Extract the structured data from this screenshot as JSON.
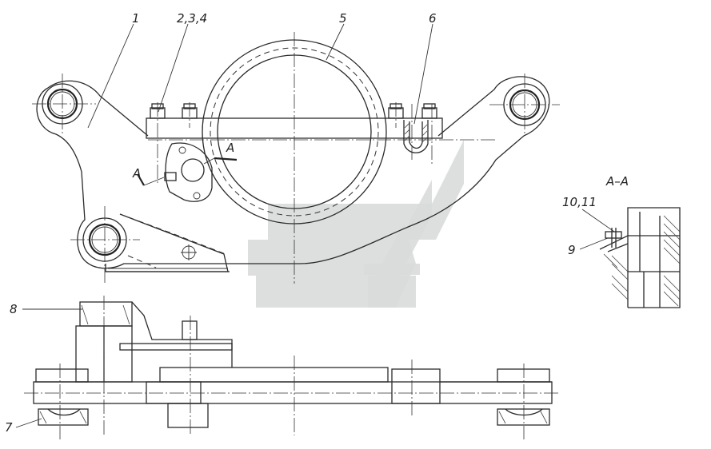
{
  "labels": {
    "part_1": "1",
    "part_2_3_4": "2,3,4",
    "part_5": "5",
    "part_6": "6",
    "part_7": "7",
    "part_8": "8",
    "part_9": "9",
    "part_10_11": "10,11",
    "section_mark_a1": "A",
    "section_mark_a2": "A",
    "section_title": "A–A"
  },
  "colors": {
    "line": "#2b2b2b",
    "watermark": "#d9dcdc",
    "background": "#ffffff"
  }
}
